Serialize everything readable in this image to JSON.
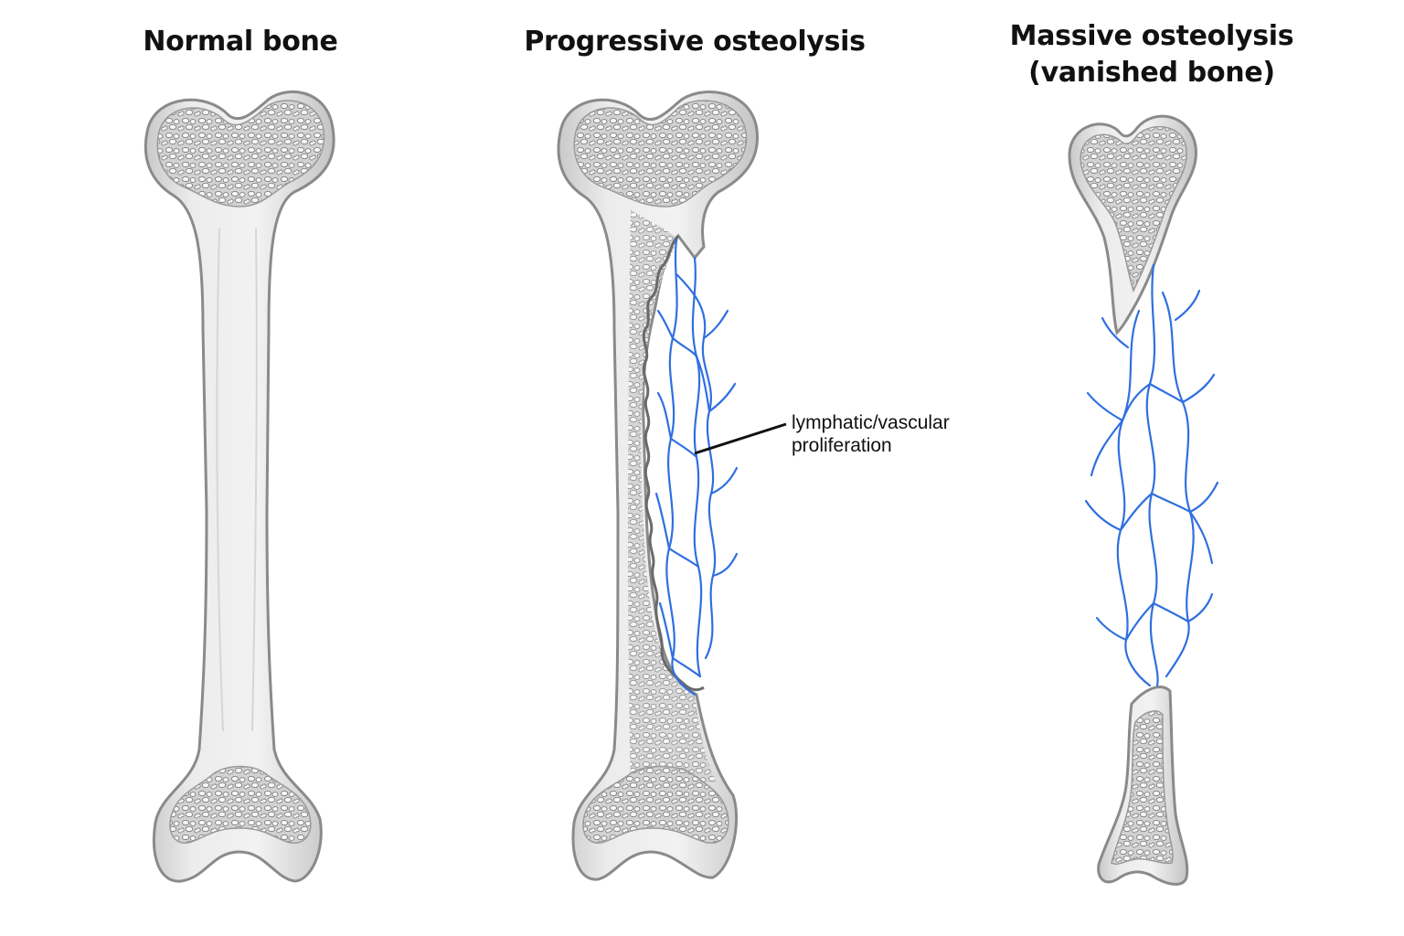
{
  "panels": {
    "normal": {
      "title": "Normal bone"
    },
    "progressive": {
      "title": "Progressive osteolysis"
    },
    "massive": {
      "title_line1": "Massive osteolysis",
      "title_line2": "(vanished bone)"
    }
  },
  "callout": {
    "line1": "lymphatic/vascular",
    "line2": "proliferation"
  },
  "colors": {
    "background": "#ffffff",
    "bone_fill": "#e6e6e6",
    "bone_outline": "#8a8a8a",
    "trabecular_fill": "#cfcfcf",
    "trabecular_mesh": "#7a7a7a",
    "vessel": "#2f6fe0",
    "text": "#111111"
  }
}
